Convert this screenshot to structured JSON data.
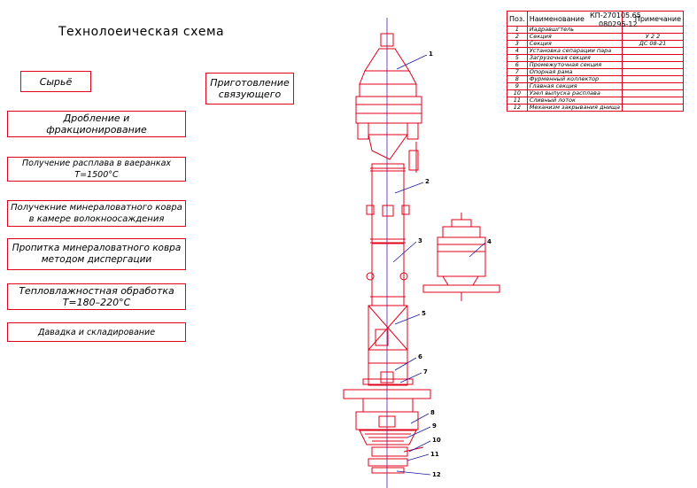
{
  "title": "Технолоеическая схема",
  "boxes": {
    "raw": "Сырьё",
    "binder_1": "Приготовление",
    "binder_2": "связующего",
    "crush_1": "Дробление и",
    "crush_2": "фракционирование",
    "melt_1": "Получение расплава в ваеранках",
    "melt_2": "T=1500°C",
    "carpet_1": "Получекние минераловатного ковра",
    "carpet_2": "в камере волокноосаждения",
    "impreg_1": "Пропитка минераловатного ковра",
    "impreg_2": "методом диспергации",
    "heat_1": "Тепловлажностная обработка",
    "heat_2": "T=180–220°C",
    "pack": "Давадка и складирование"
  },
  "spec_table": {
    "header_pos": "Поз.",
    "header_name": "Наименование",
    "header_note": "Примечание",
    "code_1": "КП-270105.65",
    "code_2": "080295-12",
    "rows": [
      {
        "n": "1",
        "name": "Иадравшгтель",
        "note": ""
      },
      {
        "n": "2",
        "name": "Секция",
        "note": "У  2  2"
      },
      {
        "n": "3",
        "name": "Секция",
        "note": "ДС 08-21"
      },
      {
        "n": "4",
        "name": "Установка сепарации пара",
        "note": ""
      },
      {
        "n": "5",
        "name": "Загрузочная секция",
        "note": ""
      },
      {
        "n": "6",
        "name": "Промежуточная секция",
        "note": ""
      },
      {
        "n": "7",
        "name": "Опорная рама",
        "note": ""
      },
      {
        "n": "8",
        "name": "Фурменный коллектор",
        "note": ""
      },
      {
        "n": "9",
        "name": "Главная секция",
        "note": ""
      },
      {
        "n": "10",
        "name": "Узел выпуска расплава",
        "note": ""
      },
      {
        "n": "11",
        "name": "Сливный лоток",
        "note": ""
      },
      {
        "n": "12",
        "name": "Механизм закрывания днища",
        "note": ""
      }
    ]
  },
  "callouts": [
    "1",
    "2",
    "3",
    "4",
    "5",
    "6",
    "7",
    "8",
    "9",
    "10",
    "11",
    "12"
  ]
}
